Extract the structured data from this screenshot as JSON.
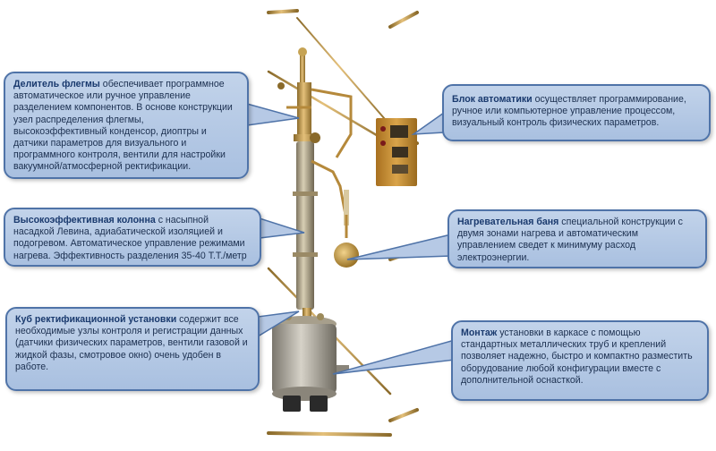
{
  "colors": {
    "callout_fill": "#b6c9e5",
    "callout_border": "#4f73a8",
    "frame": "#c9a14e",
    "column": "#b8a886",
    "vessel": "#b7b2a6",
    "control_box": "#c98a2e"
  },
  "illustration": {
    "subject": "apparatus-photo",
    "parts": [
      "frame",
      "column",
      "reflux-divider",
      "control-box",
      "receiver-flask",
      "heating-bath-vessel",
      "support-feet"
    ]
  },
  "callouts": [
    {
      "id": "reflux-divider",
      "title": "Делитель флегмы",
      "text": " обеспечивает  программное автоматическое или ручное управление разделением компонентов. В основе конструкции узел распределения флегмы, высокоэффективный конденсор, диоптры и датчики параметров для визуального и программного контроля, вентили для настройки вакуумной/атмосферной ректификации."
    },
    {
      "id": "automation-block",
      "title": "Блок автоматики",
      "text": " осуществляет программирование, ручное или компьютерное управление процессом, визуальный контроль физических параметров."
    },
    {
      "id": "column",
      "title": "Высокоэффективная колонна",
      "text": " с насыпной насадкой Левина, адиабатической изоляцией и подогревом. Автоматическое управление режимами нагрева. Эффективность разделения 35-40 Т.Т./метр"
    },
    {
      "id": "heating-bath",
      "title": "Нагревательная баня",
      "text": " специальной конструкции с двумя зонами нагрева и автоматическим управлением сведет к минимуму расход электроэнергии."
    },
    {
      "id": "still-cube",
      "title": "Куб ректификационной установки",
      "text": " содержит все необходимые узлы контроля и регистрации данных (датчики  физических параметров, вентили газовой и жидкой фазы, смотровое окно) очень удобен в работе."
    },
    {
      "id": "mounting",
      "title": "Монтаж",
      "text": " установки в каркасе с помощью стандартных металлических труб и креплений позволяет надежно, быстро и компактно разместить оборудование любой конфигурации вместе с дополнительной оснасткой."
    }
  ]
}
